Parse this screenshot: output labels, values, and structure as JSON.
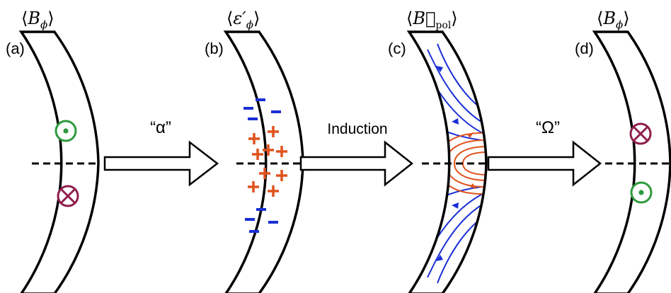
{
  "panels": [
    {
      "label": "(a)",
      "title": {
        "pre": "⟨",
        "main": "B",
        "sub": "ϕ",
        "post": "⟩"
      }
    },
    {
      "label": "(b)",
      "title": {
        "pre": "⟨",
        "main": "ε′",
        "sub": "ϕ",
        "post": "⟩"
      }
    },
    {
      "label": "(c)",
      "title": {
        "pre": "⟨",
        "main": "B⃗",
        "sub": "pol",
        "post": "⟩"
      }
    },
    {
      "label": "(d)",
      "title": {
        "pre": "⟨",
        "main": "B",
        "sub": "ϕ",
        "post": "⟩"
      }
    }
  ],
  "arrows": [
    {
      "label": "“α”"
    },
    {
      "label": "Induction"
    },
    {
      "label": "“Ω”"
    }
  ],
  "colors": {
    "outline": "#000000",
    "dot_symbol": "#2e9a3e",
    "cross_symbol": "#8e1f4a",
    "negative_charge": "#1a2fd6",
    "positive_charge": "#e0521c",
    "field_lines_outer": "#1a2fd6",
    "field_lines_inner": "#e0521c"
  },
  "icons": {
    "out_of_page": "circle-dot-icon",
    "into_page": "circle-cross-icon"
  }
}
